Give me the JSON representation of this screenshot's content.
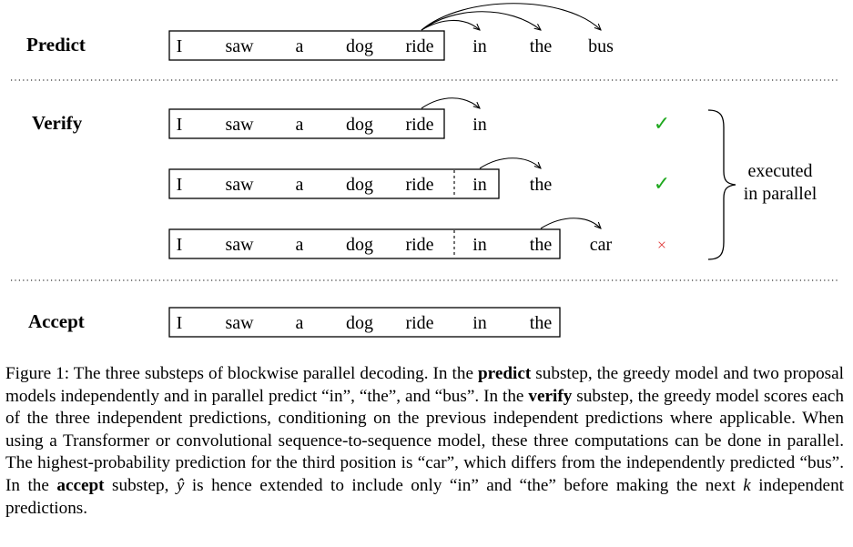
{
  "figure": {
    "rows": [
      {
        "id": "predict",
        "label": "Predict",
        "tokens": [
          "I",
          "saw",
          "a",
          "dog",
          "ride",
          "in",
          "the",
          "bus"
        ],
        "boxed_count": 5,
        "mark": ""
      },
      {
        "id": "verify-1",
        "label": "Verify",
        "tokens": [
          "I",
          "saw",
          "a",
          "dog",
          "ride",
          "in"
        ],
        "boxed_count": 5,
        "mark": "✓"
      },
      {
        "id": "verify-2",
        "label": "",
        "tokens": [
          "I",
          "saw",
          "a",
          "dog",
          "ride",
          "in",
          "the"
        ],
        "boxed_count": 6,
        "mark": "✓"
      },
      {
        "id": "verify-3",
        "label": "",
        "tokens": [
          "I",
          "saw",
          "a",
          "dog",
          "ride",
          "in",
          "the",
          "car"
        ],
        "boxed_count": 7,
        "mark": "×"
      },
      {
        "id": "accept",
        "label": "Accept",
        "tokens": [
          "I",
          "saw",
          "a",
          "dog",
          "ride",
          "in",
          "the"
        ],
        "boxed_count": 7,
        "mark": ""
      }
    ],
    "parallel_note": [
      "executed",
      "in parallel"
    ],
    "colors": {
      "check": "#1fa81f",
      "cross": "#e04040",
      "ink": "#000000"
    }
  },
  "caption": {
    "figure_label": "Figure 1:",
    "seg_1": " The three substeps of blockwise parallel decoding. In the ",
    "predict_word": "predict",
    "seg_2": " substep, the greedy model and two proposal models independently and in parallel predict “in”, “the”, and “bus”. In the ",
    "verify_word": "verify",
    "seg_3": " substep, the greedy model scores each of the three independent predictions, conditioning on the previous independent predictions where applicable. When using a Transformer or convolutional sequence-to-sequence model, these three computations can be done in parallel. The highest-probability prediction for the third position is “car”, which differs from the independently predicted “bus”. In the ",
    "accept_word": "accept",
    "seg_4": " substep, ",
    "y_hat": "ŷ",
    "seg_5": " is hence extended to include only “in” and “the” before making the next ",
    "k": "k",
    "seg_6": " independent predictions."
  }
}
